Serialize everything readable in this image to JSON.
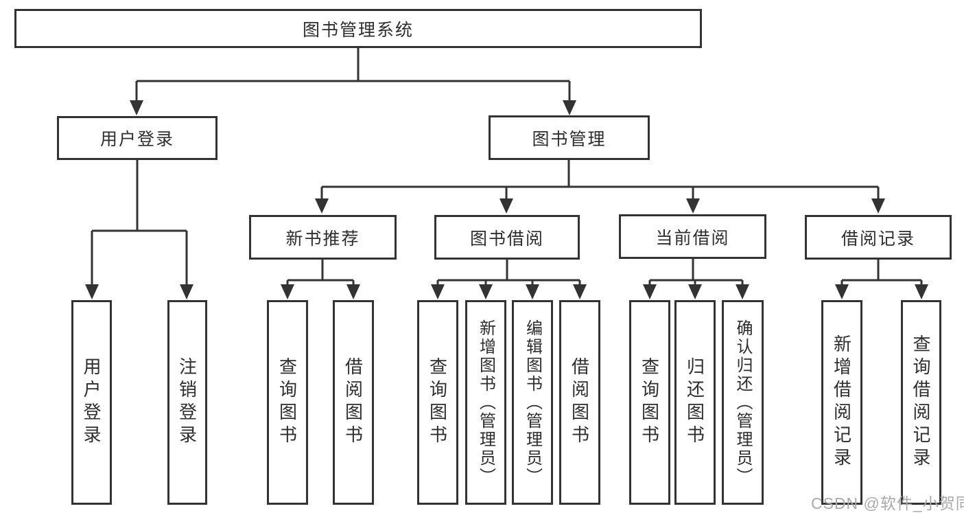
{
  "diagram": {
    "root": {
      "label": "图书管理系统"
    },
    "level1": [
      {
        "label": "用户登录"
      },
      {
        "label": "图书管理"
      }
    ],
    "user_login_children": [
      {
        "label": "用户登录"
      },
      {
        "label": "注销登录"
      }
    ],
    "book_management_children": [
      {
        "label": "新书推荐"
      },
      {
        "label": "图书借阅"
      },
      {
        "label": "当前借阅"
      },
      {
        "label": "借阅记录"
      }
    ],
    "new_book_children": [
      {
        "label": "查询图书"
      },
      {
        "label": "借阅图书"
      }
    ],
    "book_borrow_children": [
      {
        "label": "查询图书"
      },
      {
        "label": "新增图书（管理员）"
      },
      {
        "label": "编辑图书（管理员）"
      },
      {
        "label": "借阅图书"
      }
    ],
    "current_borrow_children": [
      {
        "label": "查询图书"
      },
      {
        "label": "归还图书"
      },
      {
        "label": "确认归还（管理员）"
      }
    ],
    "borrow_record_children": [
      {
        "label": "新增借阅记录"
      },
      {
        "label": "查询借阅记录"
      }
    ]
  },
  "watermark": {
    "text": "CSDN @软件_小贺同学"
  },
  "colors": {
    "line": "#333333",
    "text": "#2d2d2d",
    "background": "#ffffff",
    "watermark": "#a9a9a9"
  }
}
